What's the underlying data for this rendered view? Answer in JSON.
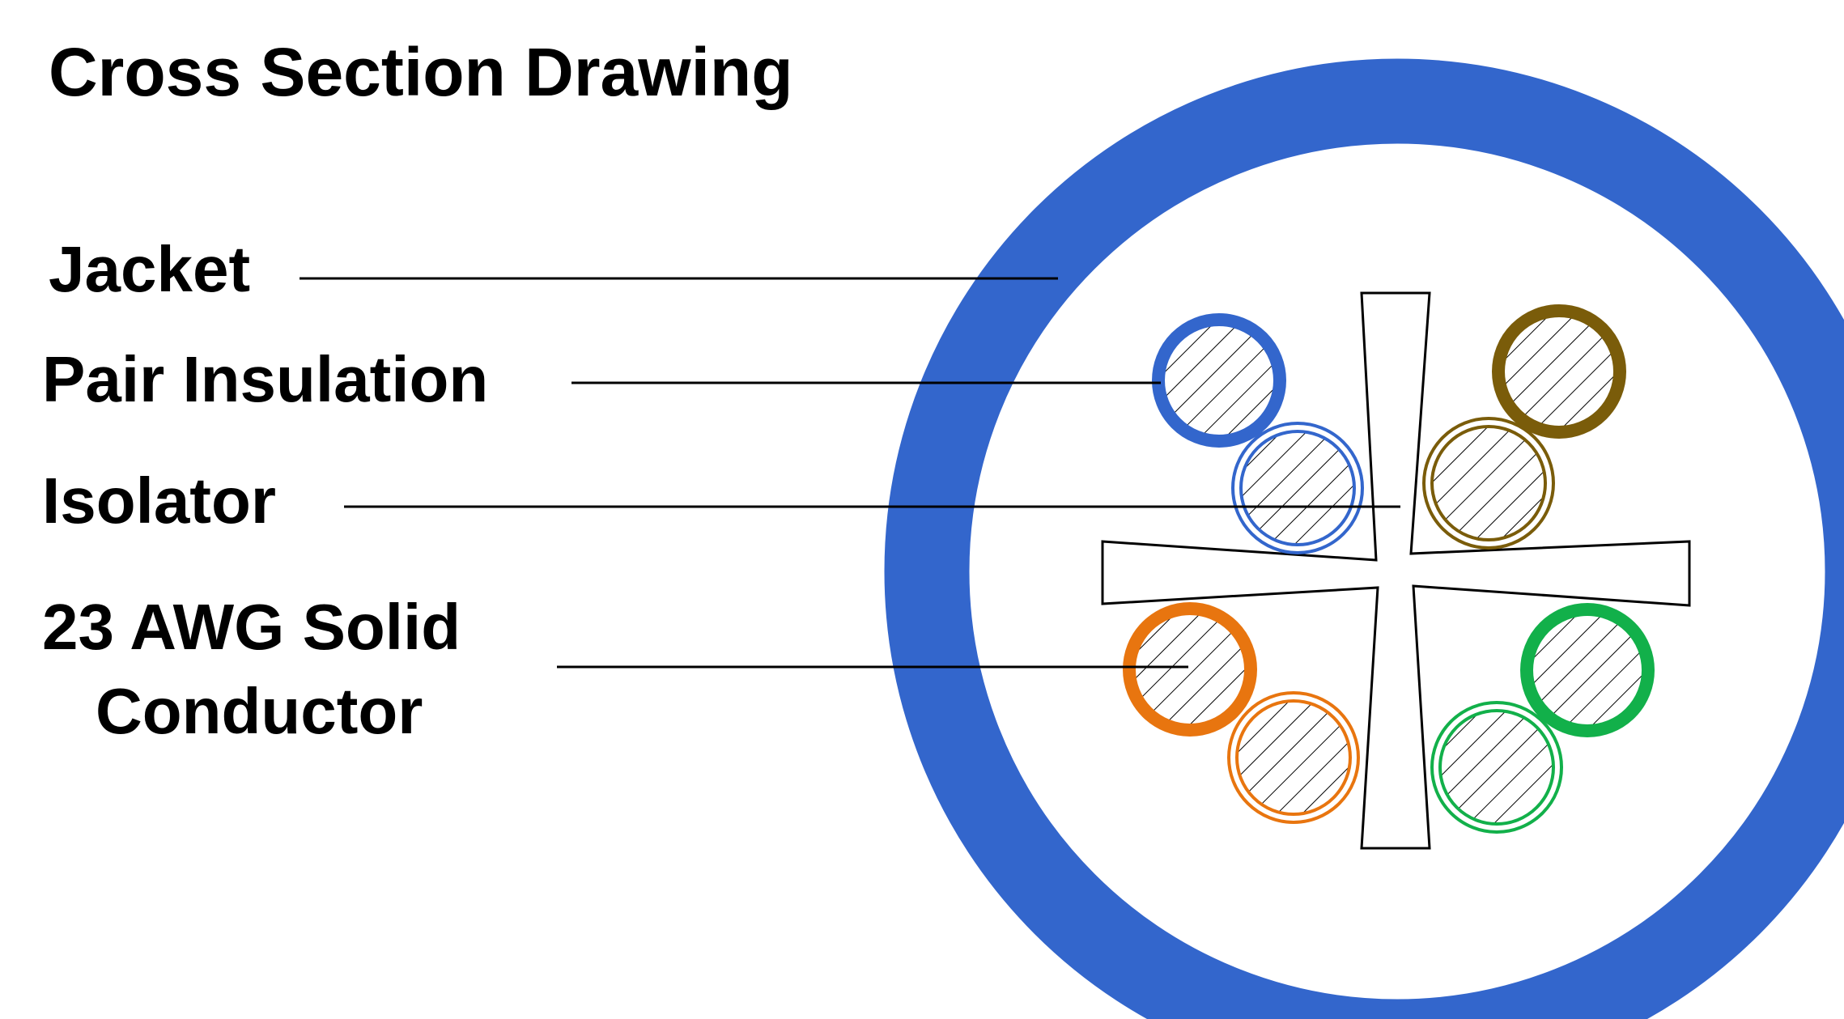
{
  "title": "Cross Section Drawing",
  "labels": {
    "jacket": "Jacket",
    "pair_insulation": "Pair Insulation",
    "isolator": "Isolator",
    "conductor_line1": "23 AWG Solid",
    "conductor_line2": "Conductor"
  },
  "colors": {
    "jacket": "#3366cc",
    "blue_pair": "#3366cc",
    "brown_pair": "#7a5c0a",
    "orange_pair": "#e8750f",
    "green_pair": "#12b04a",
    "leader_line": "#000000",
    "isolator_stroke": "#000000",
    "hatch": "#000000"
  },
  "pairs": [
    {
      "name": "blue",
      "color_key": "blue_pair"
    },
    {
      "name": "brown",
      "color_key": "brown_pair"
    },
    {
      "name": "orange",
      "color_key": "orange_pair"
    },
    {
      "name": "green",
      "color_key": "green_pair"
    }
  ]
}
